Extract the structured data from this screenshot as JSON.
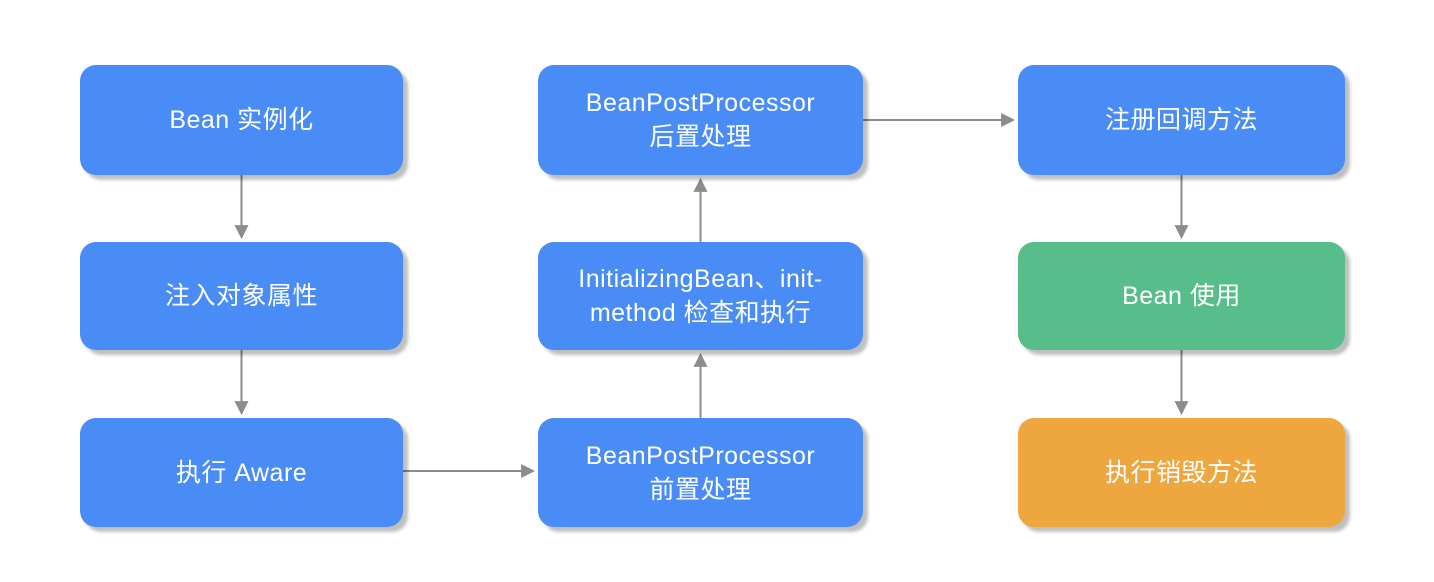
{
  "diagram": {
    "title_implied": "Spring Bean lifecycle flow",
    "colors": {
      "node_primary": "#4A8CF5",
      "node_success": "#57BD8A",
      "node_warning": "#EEA63F",
      "arrow": "#8C8C8C",
      "text": "#FFFFFF",
      "background": "#FFFFFF"
    },
    "nodes": {
      "bean_instantiate": {
        "label": "Bean 实例化"
      },
      "inject_properties": {
        "label": "注入对象属性"
      },
      "execute_aware": {
        "label": "执行 Aware"
      },
      "bpp_after": {
        "lines": [
          "BeanPostProcessor",
          "后置处理"
        ]
      },
      "init_check": {
        "lines": [
          "InitializingBean、init-",
          "method 检查和执行"
        ]
      },
      "bpp_before": {
        "lines": [
          "BeanPostProcessor",
          "前置处理"
        ]
      },
      "register_callback": {
        "label": "注册回调方法"
      },
      "bean_use": {
        "label": "Bean 使用"
      },
      "destroy": {
        "label": "执行销毁方法"
      }
    },
    "edges": [
      {
        "from": "bean_instantiate",
        "to": "inject_properties",
        "direction": "down"
      },
      {
        "from": "inject_properties",
        "to": "execute_aware",
        "direction": "down"
      },
      {
        "from": "execute_aware",
        "to": "bpp_before",
        "direction": "right"
      },
      {
        "from": "bpp_before",
        "to": "init_check",
        "direction": "up"
      },
      {
        "from": "init_check",
        "to": "bpp_after",
        "direction": "up"
      },
      {
        "from": "bpp_after",
        "to": "register_callback",
        "direction": "right"
      },
      {
        "from": "register_callback",
        "to": "bean_use",
        "direction": "down"
      },
      {
        "from": "bean_use",
        "to": "destroy",
        "direction": "down"
      }
    ]
  }
}
